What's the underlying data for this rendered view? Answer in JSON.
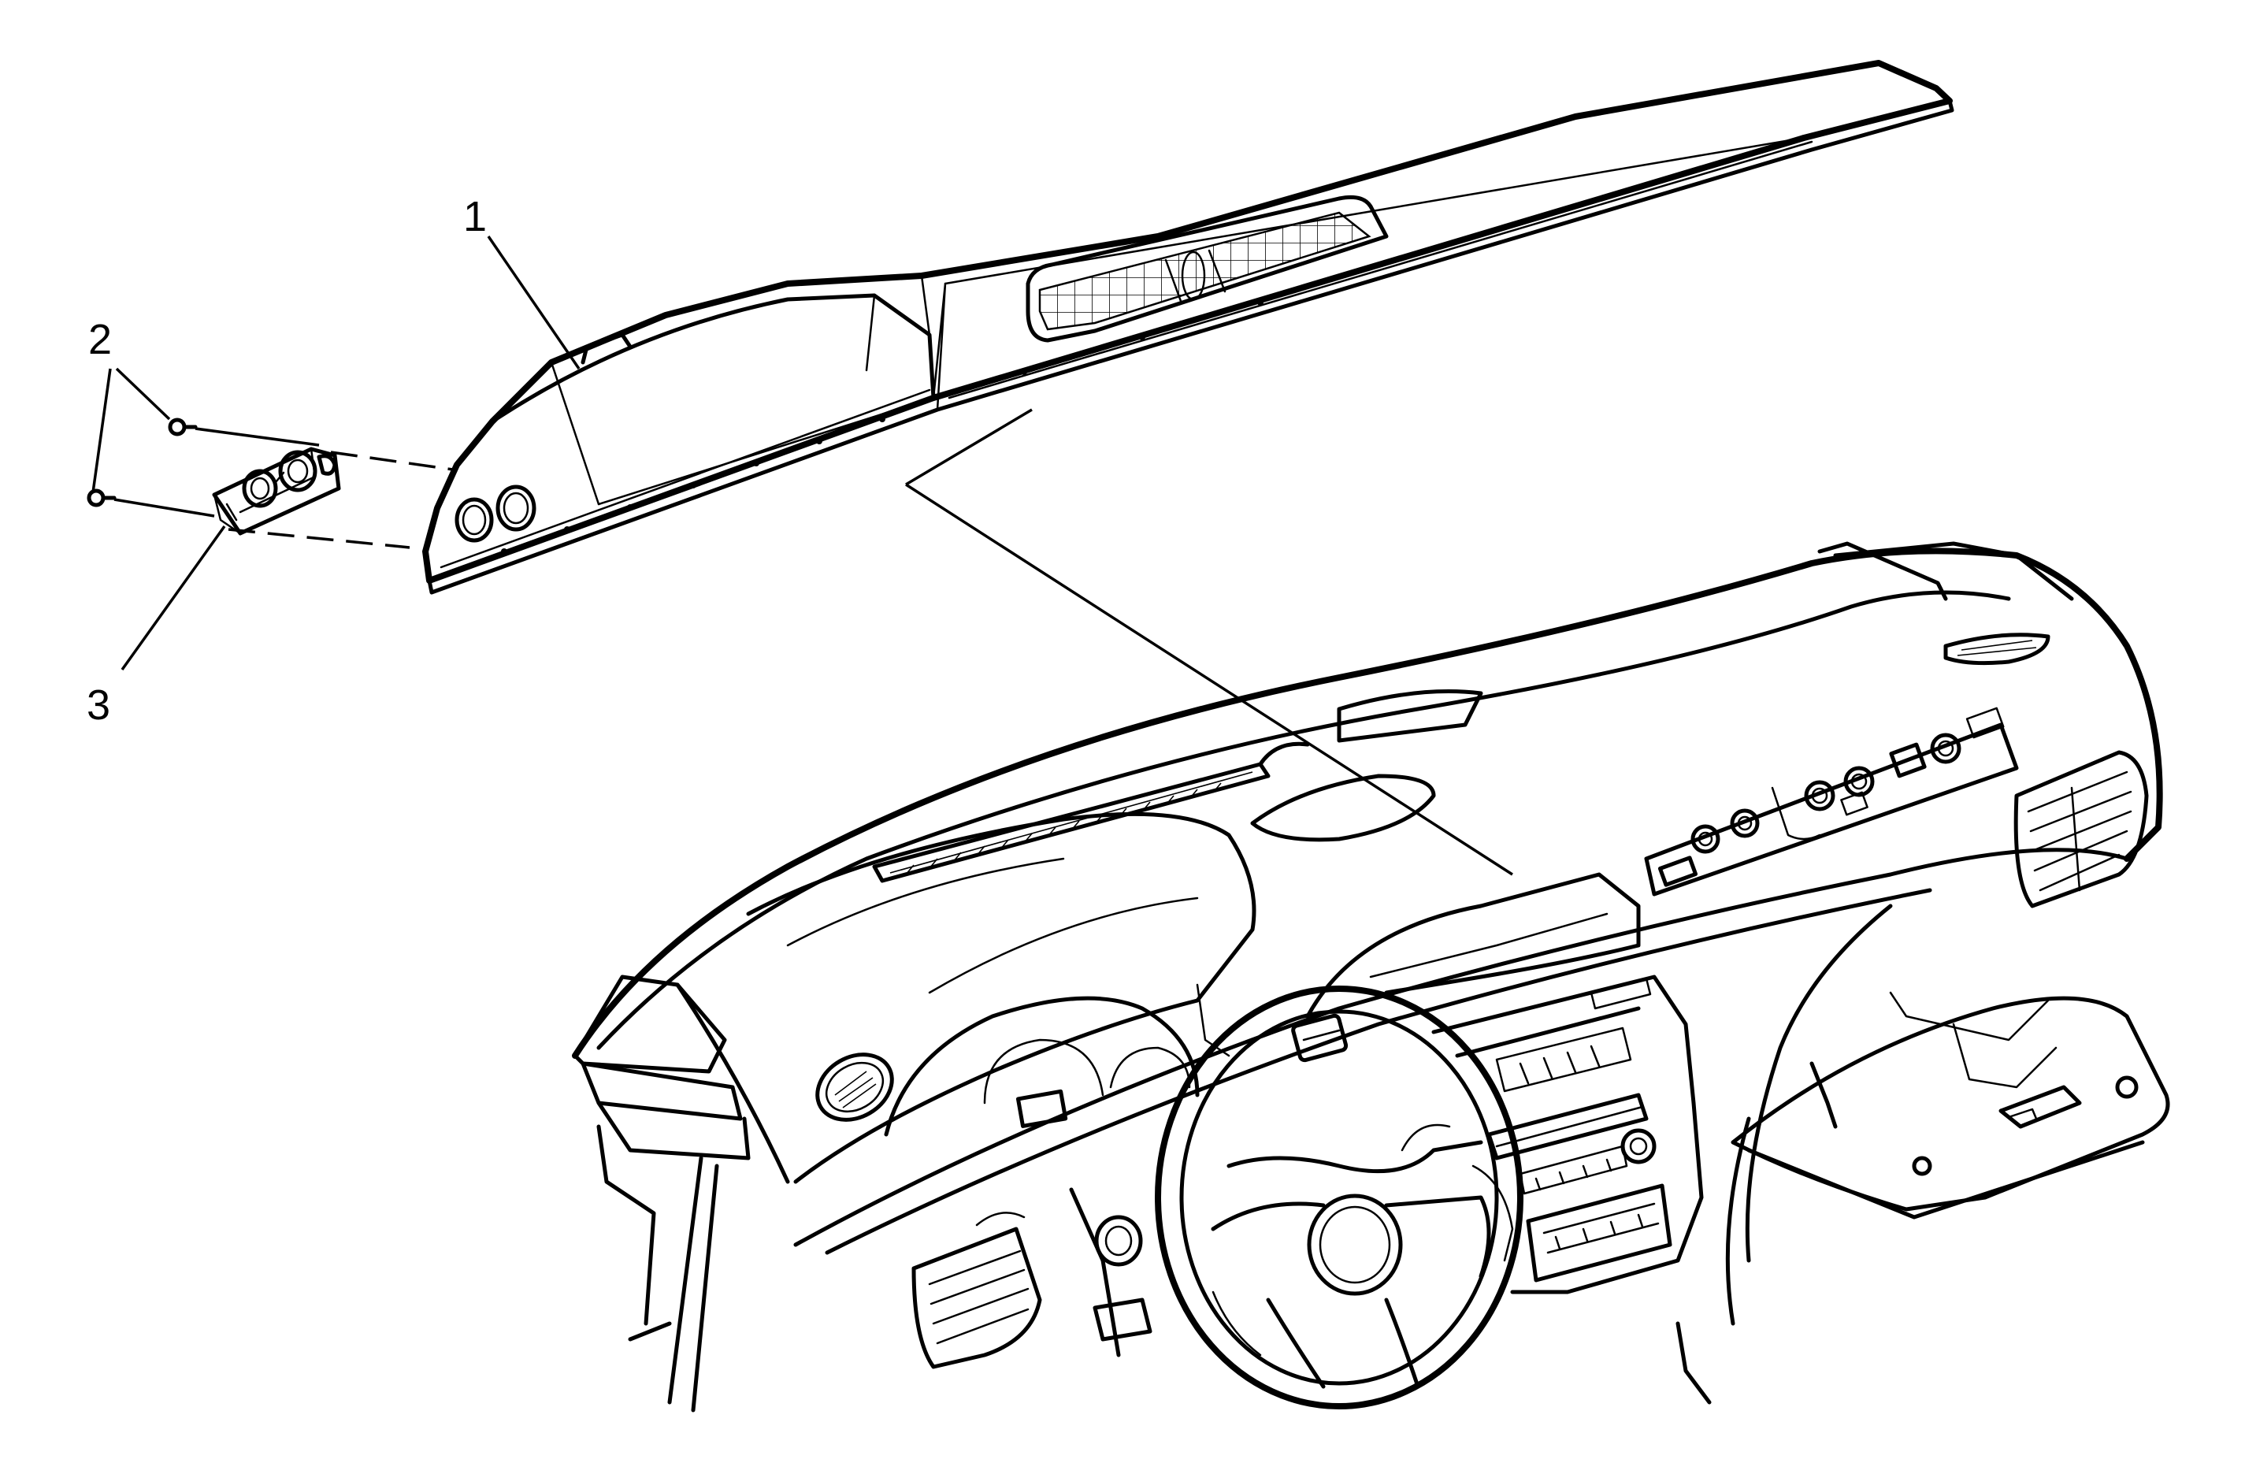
{
  "callouts": [
    {
      "id": "1",
      "text": "1"
    },
    {
      "id": "2",
      "text": "2"
    },
    {
      "id": "3",
      "text": "3"
    }
  ]
}
